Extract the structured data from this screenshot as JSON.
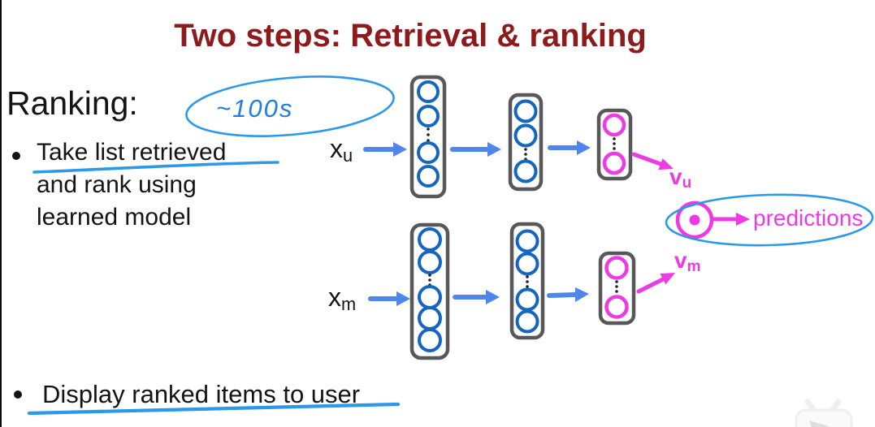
{
  "slide": {
    "title": "Two steps: Retrieval & ranking",
    "heading": "Ranking:",
    "annotation": "~100s",
    "bullet1_line1": "Take list retrieved",
    "bullet1_line2": "and rank using",
    "bullet1_line3": "learned model",
    "bullet2": "Display ranked items to user"
  },
  "labels": {
    "x_u_base": "x",
    "x_u_sub": "u",
    "x_m_base": "x",
    "x_m_sub": "m",
    "v_u_base": "v",
    "v_u_sub": "u",
    "v_m_base": "v",
    "v_m_sub": "m",
    "predictions": "predictions"
  },
  "diagram": {
    "type": "two-tower-neural-network",
    "towers": [
      {
        "name": "user-tower",
        "input": "x_u",
        "layers_units_shown": [
          4,
          3,
          2
        ],
        "hidden_units_elided_with_ellipsis": true,
        "output": "v_u",
        "output_layer_color": "magenta"
      },
      {
        "name": "item-tower",
        "input": "x_m",
        "layers_units_shown": [
          5,
          4,
          2
        ],
        "hidden_units_elided_with_ellipsis": true,
        "output": "v_m",
        "output_layer_color": "magenta"
      }
    ],
    "combiner": "dot-product",
    "result": "predictions",
    "handwritten_annotations": [
      "ellipse around ~100s",
      "ellipse around dot-product and predictions",
      "underline under 'Take list retrieved'",
      "underline under 'Display ranked items to user'"
    ]
  },
  "colors": {
    "title_red": "#8d1b1b",
    "text_black": "#141414",
    "ink_blue": "#2b99e8",
    "node_blue": "#1566c2",
    "arrow_blue": "#4e86ec",
    "magenta": "#ee3ae4",
    "frame_gray": "#58585a"
  }
}
